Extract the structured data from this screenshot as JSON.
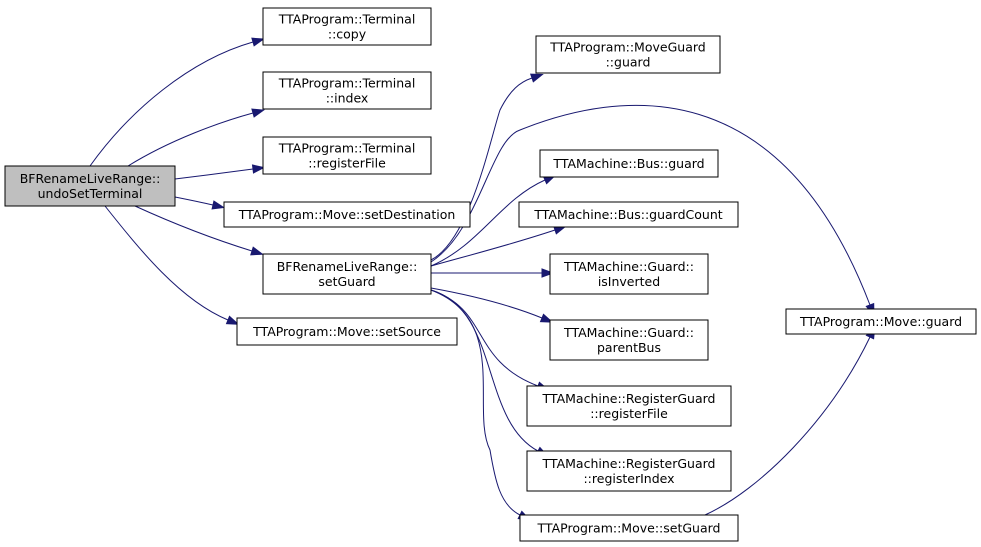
{
  "diagram": {
    "type": "call-graph",
    "nodes": [
      {
        "id": "root",
        "lines": [
          "BFRenameLiveRange::",
          "undoSetTerminal"
        ],
        "root": true
      },
      {
        "id": "tcopy",
        "lines": [
          "TTAProgram::Terminal",
          "::copy"
        ]
      },
      {
        "id": "tindex",
        "lines": [
          "TTAProgram::Terminal",
          "::index"
        ]
      },
      {
        "id": "tregfile",
        "lines": [
          "TTAProgram::Terminal",
          "::registerFile"
        ]
      },
      {
        "id": "setdest",
        "lines": [
          "TTAProgram::Move::setDestination"
        ]
      },
      {
        "id": "setguard1",
        "lines": [
          "BFRenameLiveRange::",
          "setGuard"
        ]
      },
      {
        "id": "setsource",
        "lines": [
          "TTAProgram::Move::setSource"
        ]
      },
      {
        "id": "mgguard",
        "lines": [
          "TTAProgram::MoveGuard",
          "::guard"
        ]
      },
      {
        "id": "busguard",
        "lines": [
          "TTAMachine::Bus::guard"
        ]
      },
      {
        "id": "busgc",
        "lines": [
          "TTAMachine::Bus::guardCount"
        ]
      },
      {
        "id": "isinv",
        "lines": [
          "TTAMachine::Guard::",
          "isInverted"
        ]
      },
      {
        "id": "parbus",
        "lines": [
          "TTAMachine::Guard::",
          "parentBus"
        ]
      },
      {
        "id": "rgfile",
        "lines": [
          "TTAMachine::RegisterGuard",
          "::registerFile"
        ]
      },
      {
        "id": "rgindex",
        "lines": [
          "TTAMachine::RegisterGuard",
          "::registerIndex"
        ]
      },
      {
        "id": "msetguard",
        "lines": [
          "TTAProgram::Move::setGuard"
        ]
      },
      {
        "id": "mguard",
        "lines": [
          "TTAProgram::Move::guard"
        ]
      }
    ],
    "edges": [
      [
        "root",
        "tcopy"
      ],
      [
        "root",
        "tindex"
      ],
      [
        "root",
        "tregfile"
      ],
      [
        "root",
        "setdest"
      ],
      [
        "root",
        "setguard1"
      ],
      [
        "root",
        "setsource"
      ],
      [
        "setguard1",
        "mgguard"
      ],
      [
        "setguard1",
        "mguard"
      ],
      [
        "setguard1",
        "busguard"
      ],
      [
        "setguard1",
        "busgc"
      ],
      [
        "setguard1",
        "isinv"
      ],
      [
        "setguard1",
        "parbus"
      ],
      [
        "setguard1",
        "rgfile"
      ],
      [
        "setguard1",
        "rgindex"
      ],
      [
        "setguard1",
        "msetguard"
      ],
      [
        "msetguard",
        "mguard"
      ]
    ]
  }
}
